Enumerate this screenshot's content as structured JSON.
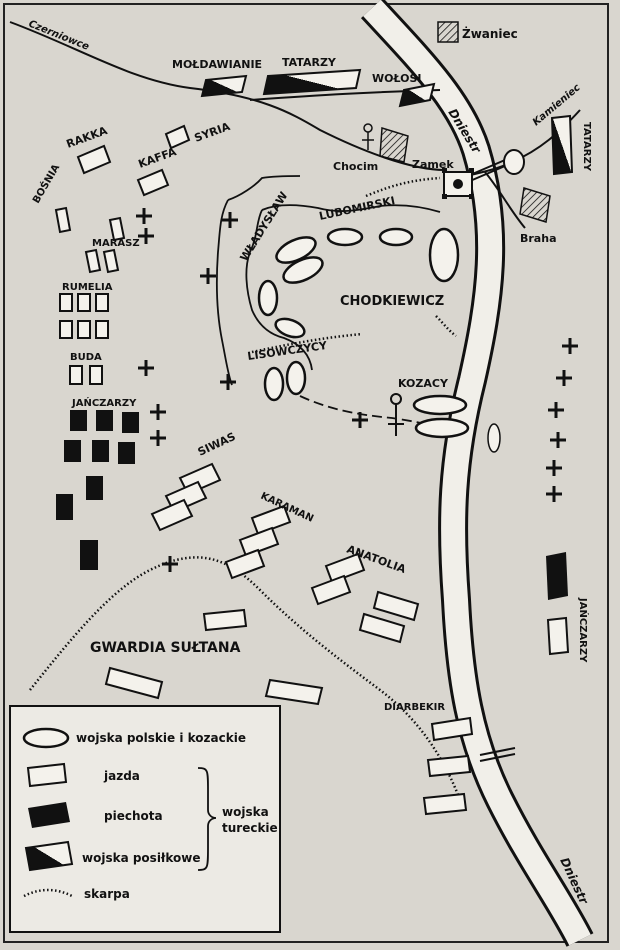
{
  "places": {
    "czerniowce": "Czerniowce",
    "zwaniec": "Żwaniec",
    "kamieniec": "Kamieniec",
    "chocim": "Chocim",
    "zamek": "Zamek",
    "braha": "Braha",
    "dniestr_upper": "Dniestr",
    "dniestr_lower": "Dniestr"
  },
  "turkish": {
    "moldawianie": "MOŁDAWIANIE",
    "tatarzy": "TATARZY",
    "wolosi": "WOŁOSI",
    "rakka": "RAKKA",
    "kaffa": "KAFFA",
    "syria": "SYRIA",
    "bosnia": "BOŚNIA",
    "marasz": "MARASZ",
    "rumelia": "RUMELIA",
    "buda": "BUDA",
    "jancarzy": "JAŃCZARZY",
    "siwas": "SIWAS",
    "karaman": "KARAMAN",
    "anatolia": "ANATOLIA",
    "gwardia": "GWARDIA SUŁTANA",
    "diarbekir": "DIARBEKIR",
    "tatarzy_east": "TATARZY",
    "jancarzy_east": "JAŃCZARZY"
  },
  "polish": {
    "wladyslaw": "WŁADYSŁAW",
    "lubomirski": "LUBOMIRSKI",
    "chodkiewicz": "CHODKIEWICZ",
    "lisowczycy": "LISOWCZYCY",
    "kozacy": "KOZACY"
  },
  "legend": {
    "polish_forces": "wojska polskie i kozackie",
    "cavalry": "jazda",
    "infantry": "piechota",
    "auxiliary": "wojska posiłkowe",
    "turkish_forces_line1": "wojska",
    "turkish_forces_line2": "tureckie",
    "escarpment": "skarpa"
  },
  "colors": {
    "paper": "#d9d6cf",
    "ink": "#111111",
    "unit_fill": "#f4f2ec"
  }
}
